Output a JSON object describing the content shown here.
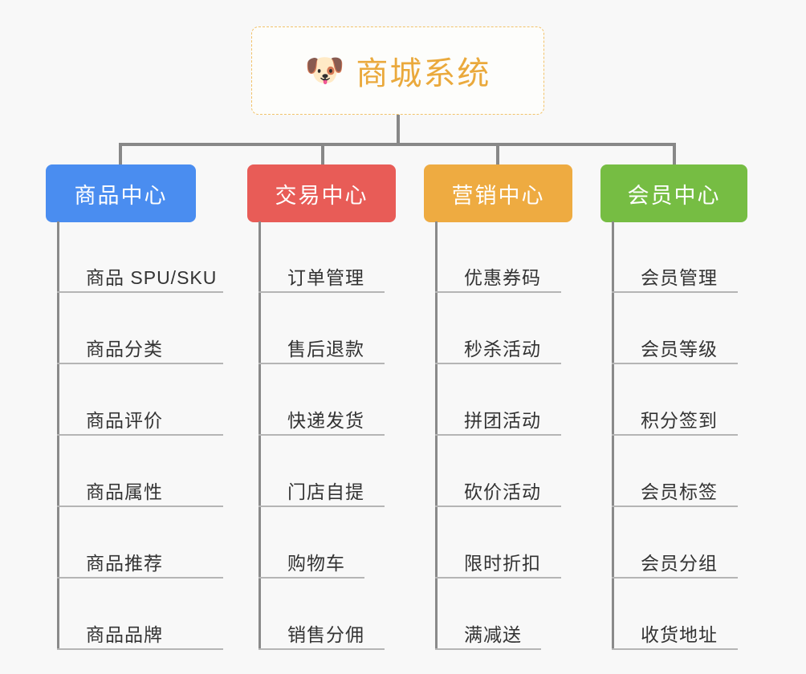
{
  "page": {
    "background_color": "#f8f8f8",
    "connector_color": "#888888",
    "leaf_line_color": "#b5b5b5",
    "leaf_text_color": "#333333"
  },
  "root": {
    "icon": "dog-face-emoji",
    "icon_glyph": "🐶",
    "title": "商城系统",
    "title_color": "#eaa93c",
    "border_color": "#f2c36b",
    "background_color": "#fdfdfb"
  },
  "categories": [
    {
      "label": "商品中心",
      "color": "#4a8df0",
      "items": [
        "商品 SPU/SKU",
        "商品分类",
        "商品评价",
        "商品属性",
        "商品推荐",
        "商品品牌"
      ]
    },
    {
      "label": "交易中心",
      "color": "#e85c57",
      "items": [
        "订单管理",
        "售后退款",
        "快递发货",
        "门店自提",
        "购物车",
        "销售分佣"
      ]
    },
    {
      "label": "营销中心",
      "color": "#eeab41",
      "items": [
        "优惠券码",
        "秒杀活动",
        "拼团活动",
        "砍价活动",
        "限时折扣",
        "满减送"
      ]
    },
    {
      "label": "会员中心",
      "color": "#76bd43",
      "items": [
        "会员管理",
        "会员等级",
        "积分签到",
        "会员标签",
        "会员分组",
        "收货地址"
      ]
    }
  ]
}
